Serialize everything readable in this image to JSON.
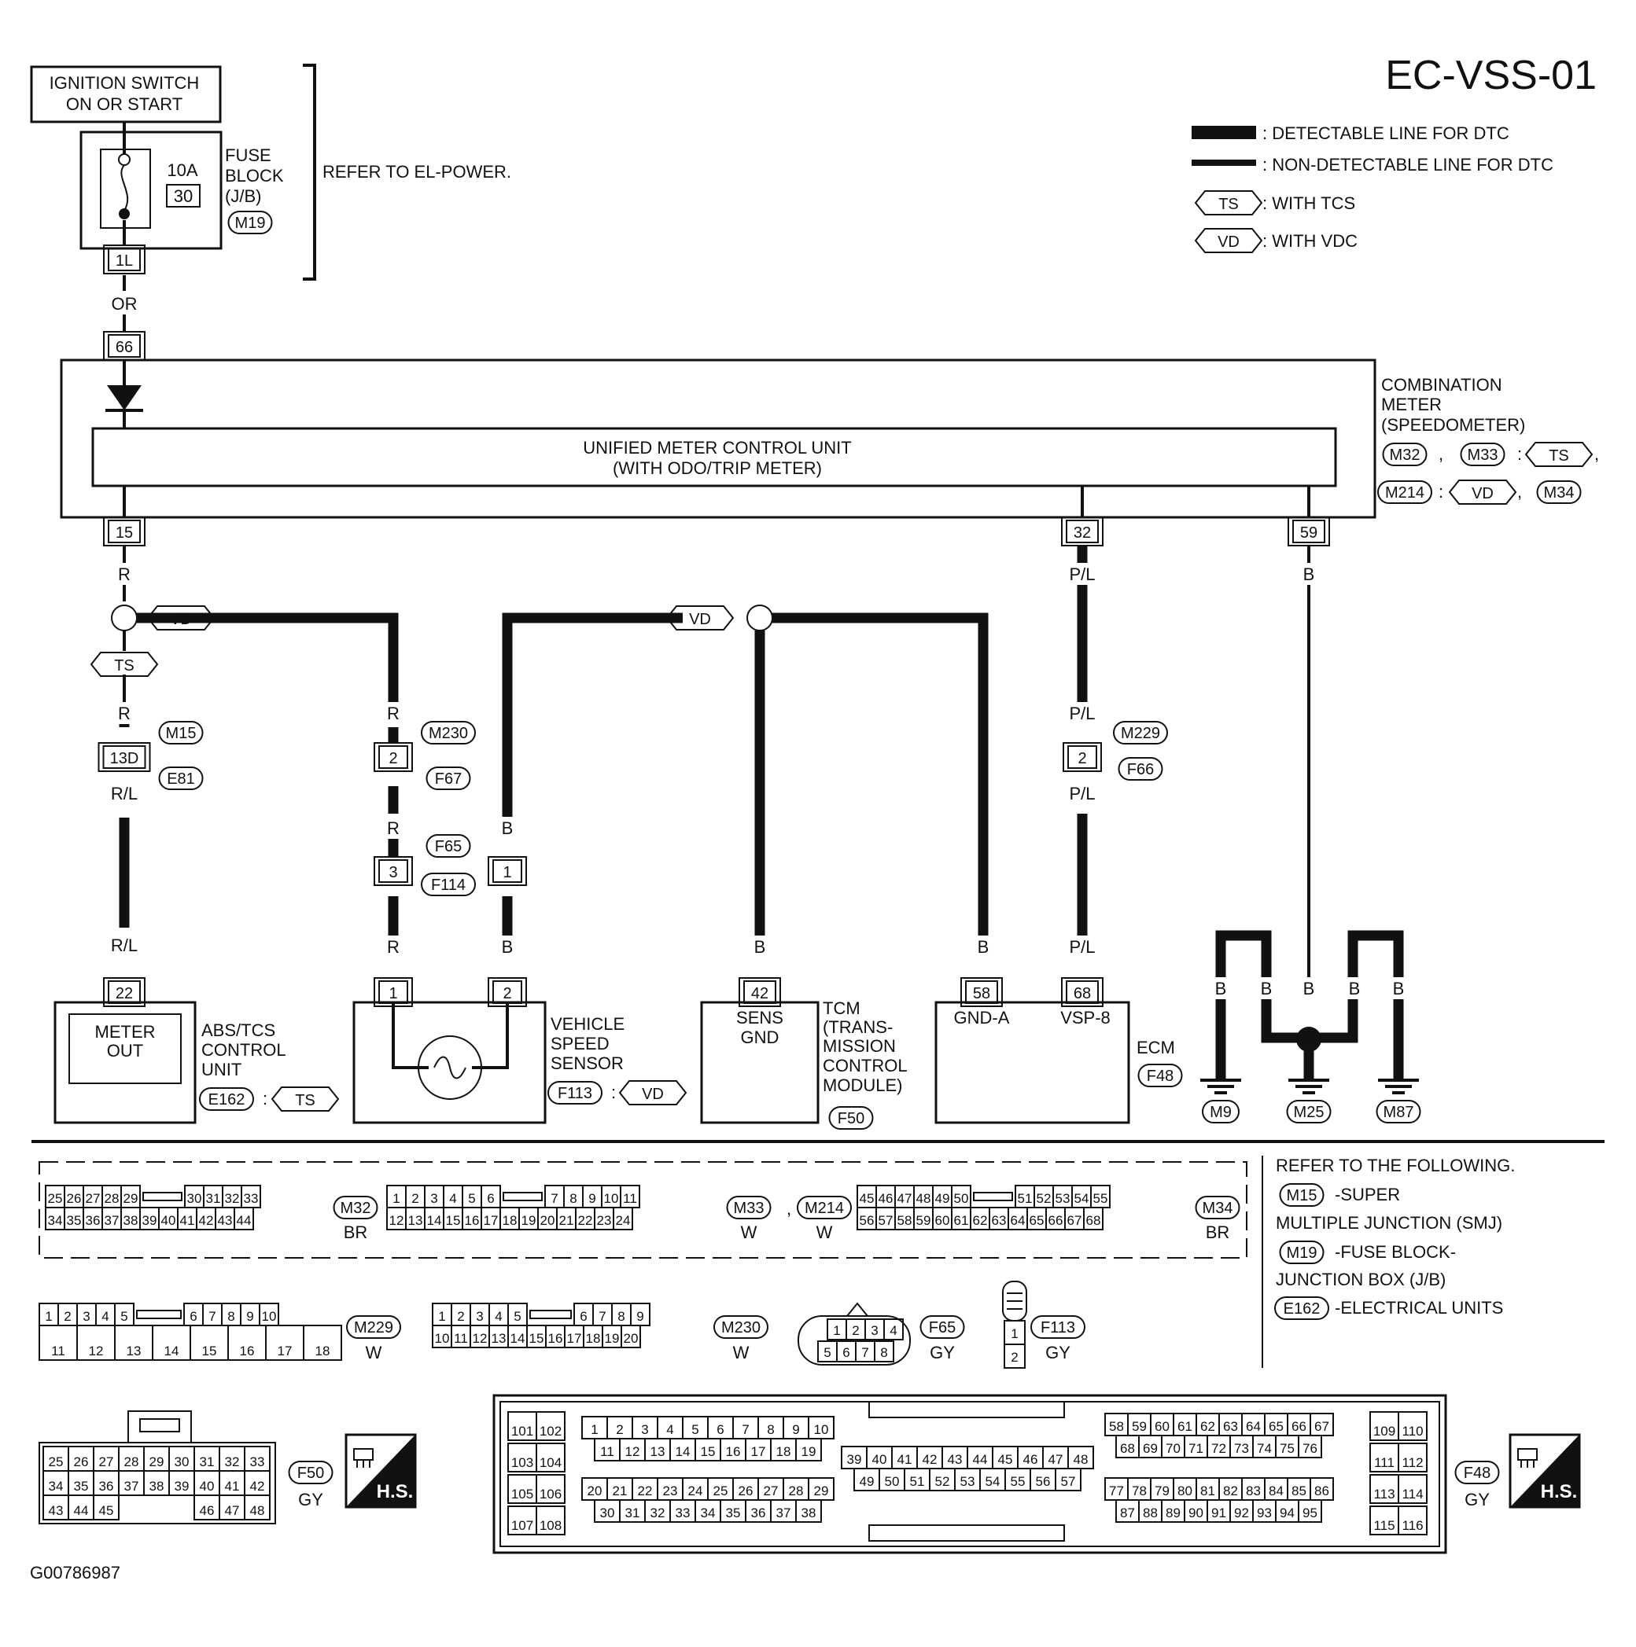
{
  "title": "EC-VSS-01",
  "figure_id": "G00786987",
  "legend": {
    "detectable": ": DETECTABLE LINE FOR DTC",
    "non_detectable": ": NON-DETECTABLE LINE FOR DTC",
    "ts_tag": "TS",
    "ts_text": ": WITH TCS",
    "vd_tag": "VD",
    "vd_text": ": WITH VDC"
  },
  "ignition": {
    "line1": "IGNITION SWITCH",
    "line2": "ON OR START"
  },
  "fuse": {
    "amp": "10A",
    "num": "30",
    "label1": "FUSE",
    "label2": "BLOCK",
    "label3": "(J/B)",
    "conn": "M19",
    "terminal": "1L",
    "refer": "REFER TO EL-POWER."
  },
  "wire_colors": {
    "or": "OR",
    "r": "R",
    "rl": "R/L",
    "pl": "P/L",
    "b": "B"
  },
  "combination_meter": {
    "label1": "COMBINATION",
    "label2": "METER",
    "label3": "(SPEEDOMETER)",
    "unit1": "UNIFIED METER CONTROL UNIT",
    "unit2": "(WITH ODO/TRIP METER)",
    "conns": [
      "M32",
      "M33",
      "M214",
      "M34"
    ],
    "sep_comma": ",",
    "sep_colon": ":",
    "term_in": "66",
    "term_15": "15",
    "term_32": "32",
    "term_59": "59"
  },
  "connectors": {
    "m15": "M15",
    "e81": "E81",
    "t13d": "13D",
    "m230": "M230",
    "f67": "F67",
    "t2a": "2",
    "f65": "F65",
    "f114": "F114",
    "t3": "3",
    "t1a": "1",
    "m229": "M229",
    "f66": "F66",
    "t2b": "2"
  },
  "abs": {
    "term": "22",
    "inner1": "METER",
    "inner2": "OUT",
    "label1": "ABS/TCS",
    "label2": "CONTROL",
    "label3": "UNIT",
    "conn": "E162"
  },
  "vss": {
    "term1": "1",
    "term2": "2",
    "label1": "VEHICLE",
    "label2": "SPEED",
    "label3": "SENSOR",
    "conn": "F113"
  },
  "tcm": {
    "term": "42",
    "inner1": "SENS",
    "inner2": "GND",
    "label1": "TCM",
    "label2": "(TRANS-",
    "label3": "MISSION",
    "label4": "CONTROL",
    "label5": "MODULE)",
    "conn": "F50"
  },
  "ecm": {
    "term58": "58",
    "term68": "68",
    "inner58": "GND-A",
    "inner68": "VSP-8",
    "label": "ECM",
    "conn": "F48"
  },
  "grounds": [
    "M9",
    "M25",
    "M87"
  ],
  "refer_block": {
    "heading": "REFER TO THE FOLLOWING.",
    "m15": "M15",
    "m15_text": "-SUPER",
    "m15_text2": "MULTIPLE JUNCTION (SMJ)",
    "m19": "M19",
    "m19_text": "-FUSE BLOCK-",
    "m19_text2": "JUNCTION BOX (J/B)",
    "e162": "E162",
    "e162_text": "-ELECTRICAL UNITS"
  },
  "views": {
    "m32": {
      "tag": "M32",
      "color": "BR",
      "top": [
        "25",
        "26",
        "27",
        "28",
        "29",
        "30",
        "31",
        "32",
        "33"
      ],
      "bottom": [
        "34",
        "35",
        "36",
        "37",
        "38",
        "39",
        "40",
        "41",
        "42",
        "43",
        "44"
      ]
    },
    "m33": {
      "tag": "M33",
      "color": "W",
      "top": [
        "1",
        "2",
        "3",
        "4",
        "5",
        "6",
        "7",
        "8",
        "9",
        "10",
        "11"
      ],
      "bottom": [
        "12",
        "13",
        "14",
        "15",
        "16",
        "17",
        "18",
        "19",
        "20",
        "21",
        "22",
        "23",
        "24"
      ]
    },
    "m214": {
      "tag": "M214",
      "color": "W"
    },
    "m34": {
      "tag": "M34",
      "color": "BR",
      "top": [
        "45",
        "46",
        "47",
        "48",
        "49",
        "50",
        "51",
        "52",
        "53",
        "54",
        "55"
      ],
      "bottom": [
        "56",
        "57",
        "58",
        "59",
        "60",
        "61",
        "62",
        "63",
        "64",
        "65",
        "66",
        "67",
        "68"
      ]
    },
    "m229": {
      "tag": "M229",
      "color": "W",
      "top": [
        "1",
        "2",
        "3",
        "4",
        "5",
        "6",
        "7",
        "8",
        "9",
        "10"
      ],
      "bottom": [
        "11",
        "12",
        "13",
        "14",
        "15",
        "16",
        "17",
        "18"
      ]
    },
    "m230": {
      "tag": "M230",
      "color": "W",
      "top": [
        "1",
        "2",
        "3",
        "4",
        "5",
        "6",
        "7",
        "8",
        "9"
      ],
      "bottom": [
        "10",
        "11",
        "12",
        "13",
        "14",
        "15",
        "16",
        "17",
        "18",
        "19",
        "20"
      ]
    },
    "f65": {
      "tag": "F65",
      "color": "GY",
      "top": [
        "1",
        "2",
        "3",
        "4"
      ],
      "bottom": [
        "5",
        "6",
        "7",
        "8"
      ]
    },
    "f113": {
      "tag": "F113",
      "color": "GY",
      "pins": [
        "1",
        "2"
      ]
    },
    "f50": {
      "tag": "F50",
      "color": "GY",
      "r1": [
        "25",
        "26",
        "27",
        "28",
        "29",
        "30",
        "31",
        "32",
        "33"
      ],
      "r2": [
        "34",
        "35",
        "36",
        "37",
        "38",
        "39",
        "40",
        "41",
        "42"
      ],
      "r3a": [
        "43",
        "44",
        "45"
      ],
      "r3b": [
        "46",
        "47",
        "48"
      ]
    },
    "f48": {
      "tag": "F48",
      "color": "GY",
      "left": [
        "101",
        "102",
        "103",
        "104",
        "105",
        "106",
        "107",
        "108"
      ],
      "right": [
        "109",
        "110",
        "111",
        "112",
        "113",
        "114",
        "115",
        "116"
      ],
      "a1": [
        "1",
        "2",
        "3",
        "4",
        "5",
        "6",
        "7",
        "8",
        "9",
        "10"
      ],
      "a2": [
        "11",
        "12",
        "13",
        "14",
        "15",
        "16",
        "17",
        "18",
        "19"
      ],
      "a3": [
        "20",
        "21",
        "22",
        "23",
        "24",
        "25",
        "26",
        "27",
        "28",
        "29"
      ],
      "a4": [
        "30",
        "31",
        "32",
        "33",
        "34",
        "35",
        "36",
        "37",
        "38"
      ],
      "b1": [
        "39",
        "40",
        "41",
        "42",
        "43",
        "44",
        "45",
        "46",
        "47",
        "48"
      ],
      "b2": [
        "49",
        "50",
        "51",
        "52",
        "53",
        "54",
        "55",
        "56",
        "57"
      ],
      "c1": [
        "58",
        "59",
        "60",
        "61",
        "62",
        "63",
        "64",
        "65",
        "66",
        "67"
      ],
      "c2": [
        "68",
        "69",
        "70",
        "71",
        "72",
        "73",
        "74",
        "75",
        "76"
      ],
      "c3": [
        "77",
        "78",
        "79",
        "80",
        "81",
        "82",
        "83",
        "84",
        "85",
        "86"
      ],
      "c4": [
        "87",
        "88",
        "89",
        "90",
        "91",
        "92",
        "93",
        "94",
        "95"
      ]
    },
    "hs": "H.S."
  }
}
